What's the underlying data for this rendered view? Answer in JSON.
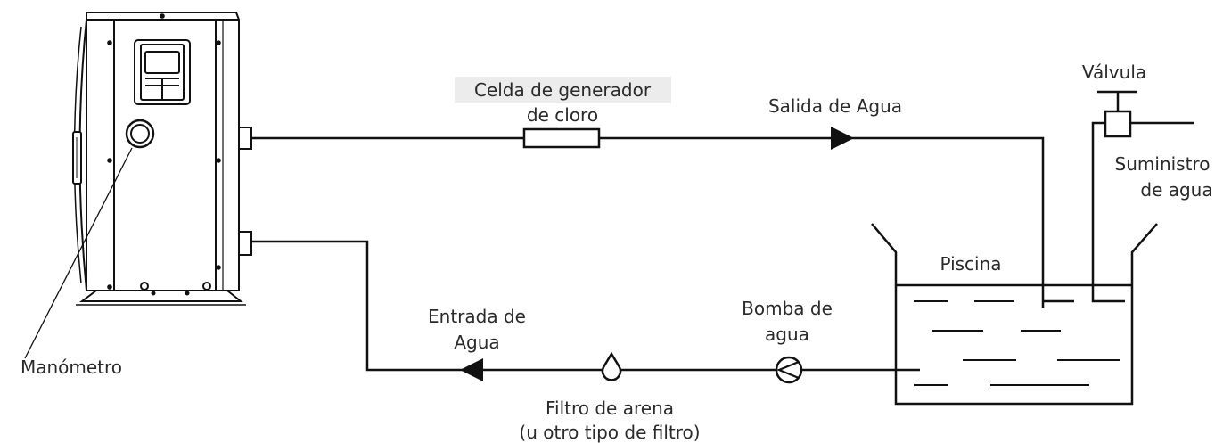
{
  "labels": {
    "cell_line1": "Celda de generador",
    "cell_line2": "de cloro",
    "outlet": "Salida de Agua",
    "valve": "Válvula",
    "supply_line1": "Suministro",
    "supply_line2": "de agua",
    "pool": "Piscina",
    "pump_line1": "Bomba de",
    "pump_line2": "agua",
    "inlet_line1": "Entrada de",
    "inlet_line2": "Agua",
    "gauge": "Manómetro",
    "filter_line1": "Filtro de arena",
    "filter_line2": "(u otro tipo de filtro)"
  },
  "icons": {
    "heat_pump": "heat-pump-unit-icon",
    "chlorine_cell": "chlorine-cell-icon",
    "flow_arrow": "flow-arrow-icon",
    "valve": "valve-icon",
    "pump": "pump-icon",
    "filter": "filter-drop-icon"
  },
  "colors": {
    "line": "#111111",
    "text": "#2a2a2a",
    "highlight": "#ececec"
  }
}
